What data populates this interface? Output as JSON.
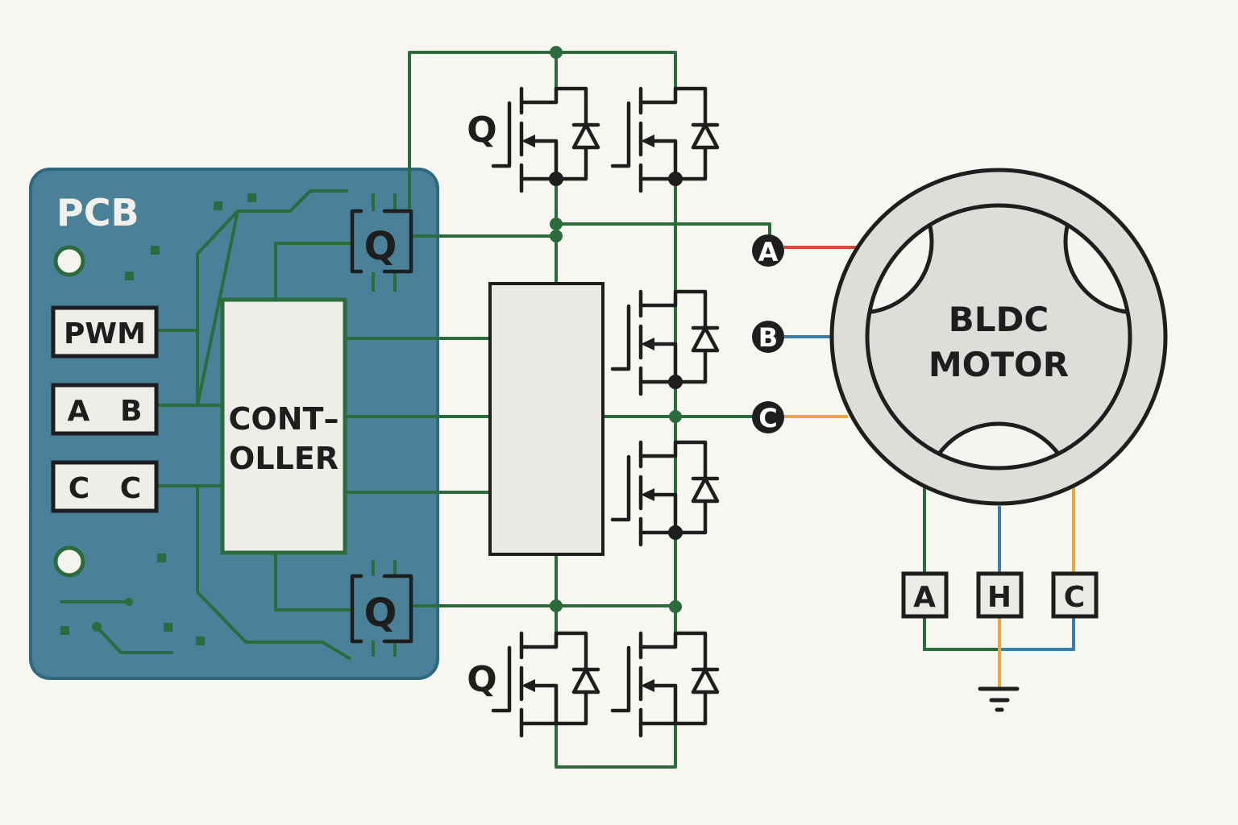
{
  "colors": {
    "background": "#f8f6f1",
    "pcb": "#4a8199",
    "trace": "#2b6b3c",
    "phase_a": "#d9492b",
    "phase_b": "#3d7ea6",
    "phase_c": "#e8a73d",
    "motor": "#dfddd9"
  },
  "pcb": {
    "title": "PCB",
    "connectors": [
      "PWM",
      "A   B",
      "C   C"
    ],
    "controller_line1": "CONT–",
    "controller_line2": "OLLER",
    "transistor_label": "Q"
  },
  "bridge": {
    "transistor_label": "Q"
  },
  "phases": [
    "A",
    "B",
    "C"
  ],
  "motor": {
    "line1": "BLDC",
    "line2": "MOTOR"
  },
  "sensors": [
    "A",
    "H",
    "C"
  ],
  "icons": [
    "mosfet-icon",
    "diode-icon",
    "ground-icon"
  ]
}
